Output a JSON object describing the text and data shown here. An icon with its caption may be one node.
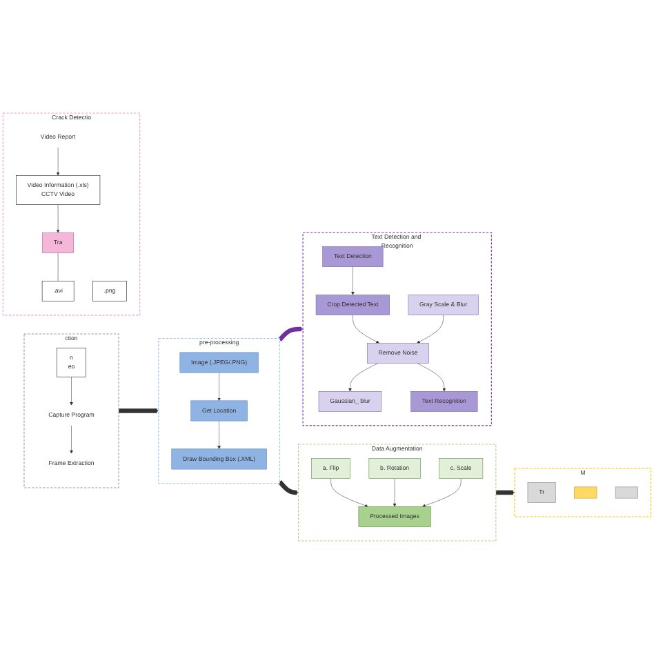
{
  "diagram": {
    "nodes": [
      {
        "text": [
          "ction"
        ]
      },
      {
        "text": [
          "Capture Program"
        ],
        "in": 0
      },
      {
        "text": [
          "Frame Extraction"
        ],
        "in": 0
      },
      {
        "text": [
          "n",
          "eo"
        ],
        "in": 0
      },
      {
        "text": [
          "pre-processing"
        ]
      },
      {
        "text": [
          "Image (.JPEG/.PNG)"
        ],
        "in": 4
      },
      {
        "text": [
          "Get Location"
        ],
        "in": 4
      },
      {
        "text": [
          "Draw Bounding Box (.XML)"
        ],
        "in": 4
      },
      {
        "text": [
          "Data Augmentation"
        ]
      },
      {
        "text": [
          "a. Flip"
        ],
        "in": 8
      },
      {
        "text": [
          "b. Rotation"
        ],
        "in": 8
      },
      {
        "text": [
          "c. Scale"
        ],
        "in": 8
      },
      {
        "text": [
          "Processed Images"
        ],
        "in": 8
      },
      {
        "text": [
          "M"
        ]
      },
      {
        "text": [
          "Tr"
        ],
        "in": 13
      },
      {
        "text": [],
        "shape": "box",
        "in": 13
      },
      {
        "text": [],
        "shape": "box",
        "in": 13
      },
      {
        "text": [
          "Text Detection and Recognition"
        ]
      },
      {
        "text": [
          "Text Detection"
        ],
        "in": 17
      },
      {
        "text": [
          "Crop Detected Text"
        ],
        "in": 17
      },
      {
        "text": [
          "Gray Scale & Blur"
        ],
        "in": 17
      },
      {
        "text": [
          "Remove Noise"
        ],
        "in": 17
      },
      {
        "text": [
          "Gaussian_ blur"
        ],
        "in": 17
      },
      {
        "text": [
          "Text Recognition"
        ],
        "in": 17
      },
      {
        "text": [
          "Crack Detectio"
        ]
      },
      {
        "text": [
          "Video Report"
        ],
        "in": 24
      },
      {
        "text": [
          "Video Information (.xls)",
          "CCTV Video"
        ],
        "in": 24
      },
      {
        "text": [
          "Tra"
        ],
        "in": 24
      },
      {
        "text": [
          ".avi"
        ],
        "in": 24
      },
      {
        "text": [
          ".png"
        ],
        "in": 24
      }
    ],
    "edges": [
      {
        "from": 3,
        "to": 1,
        "arrow": "to"
      },
      {
        "from": 1,
        "to": 2,
        "arrow": "to"
      },
      {
        "from": 0,
        "to": 4,
        "arrow": "to",
        "style": "thick"
      },
      {
        "from": 5,
        "to": 6,
        "arrow": "to"
      },
      {
        "from": 6,
        "to": 7,
        "arrow": "to"
      },
      {
        "from": 4,
        "to": 8,
        "arrow": "to",
        "style": "thick"
      },
      {
        "from": 9,
        "to": 12,
        "arrow": "to"
      },
      {
        "from": 10,
        "to": 12,
        "arrow": "to"
      },
      {
        "from": 11,
        "to": 12,
        "arrow": "to"
      },
      {
        "from": 8,
        "to": 13,
        "arrow": "to",
        "style": "thick"
      },
      {
        "from": 4,
        "to": 17,
        "arrow": "to",
        "style": "thick",
        "color": "#7030a0"
      },
      {
        "from": 18,
        "to": 19,
        "arrow": "to"
      },
      {
        "from": 19,
        "to": 21,
        "arrow": "to"
      },
      {
        "from": 20,
        "to": 21,
        "arrow": "to"
      },
      {
        "from": 21,
        "to": 22,
        "arrow": "to"
      },
      {
        "from": 21,
        "to": 23,
        "arrow": "to"
      },
      {
        "from": 25,
        "to": 26,
        "arrow": "to"
      },
      {
        "from": 26,
        "to": 27,
        "arrow": "to"
      },
      {
        "from": 27,
        "to": 28,
        "arrow": "none"
      }
    ]
  }
}
